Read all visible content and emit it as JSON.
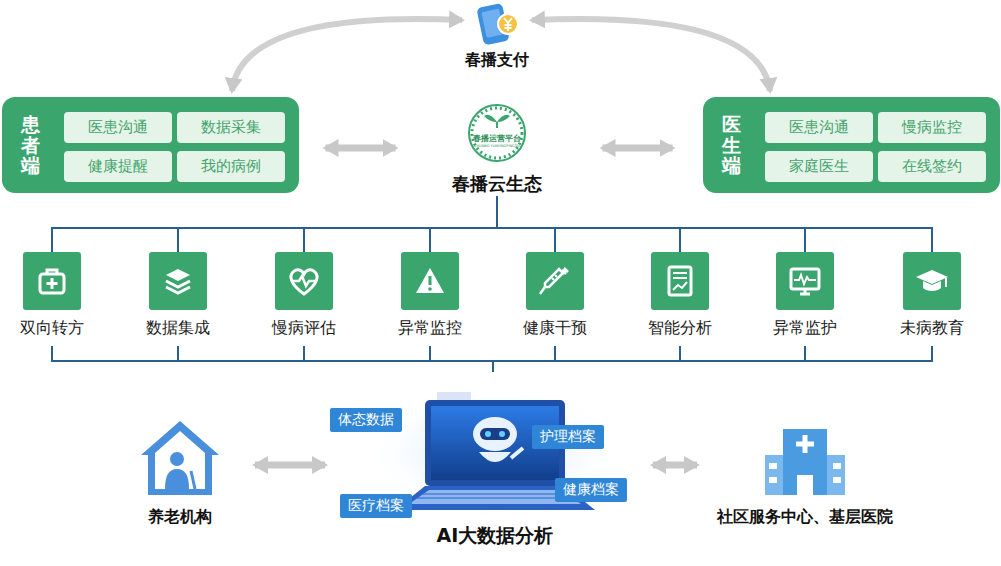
{
  "diagram": {
    "nodes": [
      {
        "text": [
          "春播支付"
        ]
      },
      {
        "text": [
          "患者端"
        ]
      },
      {
        "text": [
          "医患沟通"
        ],
        "in": 1
      },
      {
        "text": [
          "数据采集"
        ],
        "in": 1
      },
      {
        "text": [
          "健康提醒"
        ],
        "in": 1
      },
      {
        "text": [
          "我的病例"
        ],
        "in": 1
      },
      {
        "text": [
          "春播云生态"
        ]
      },
      {
        "text": [
          "医生端"
        ]
      },
      {
        "text": [
          "医患沟通"
        ],
        "in": 7
      },
      {
        "text": [
          "慢病监控"
        ],
        "in": 7
      },
      {
        "text": [
          "家庭医生"
        ],
        "in": 7
      },
      {
        "text": [
          "在线签约"
        ],
        "in": 7
      },
      {
        "text": [
          "双向转方"
        ]
      },
      {
        "text": [
          "数据集成"
        ]
      },
      {
        "text": [
          "慢病评估"
        ]
      },
      {
        "text": [
          "异常监控"
        ]
      },
      {
        "text": [
          "健康干预"
        ]
      },
      {
        "text": [
          "智能分析"
        ]
      },
      {
        "text": [
          "异常监护"
        ]
      },
      {
        "text": [
          "未病教育"
        ]
      },
      {
        "text": [
          "养老机构"
        ]
      },
      {
        "text": [
          "AI大数据分析"
        ]
      },
      {
        "text": [
          "体态数据"
        ],
        "in": 21
      },
      {
        "text": [
          "护理档案"
        ],
        "in": 21
      },
      {
        "text": [
          "健康档案"
        ],
        "in": 21
      },
      {
        "text": [
          "医疗档案"
        ],
        "in": 21
      },
      {
        "text": [
          "社区服务中心、基层医院"
        ]
      }
    ],
    "edges": [
      {
        "from": 0,
        "to": 1,
        "arrow": "both"
      },
      {
        "from": 0,
        "to": 7,
        "arrow": "both"
      },
      {
        "from": 1,
        "to": 6,
        "arrow": "both"
      },
      {
        "from": 6,
        "to": 7,
        "arrow": "both"
      },
      {
        "from": 6,
        "to": 12,
        "arrow": "none"
      },
      {
        "from": 6,
        "to": 13,
        "arrow": "none"
      },
      {
        "from": 6,
        "to": 14,
        "arrow": "none"
      },
      {
        "from": 6,
        "to": 15,
        "arrow": "none"
      },
      {
        "from": 6,
        "to": 16,
        "arrow": "none"
      },
      {
        "from": 6,
        "to": 17,
        "arrow": "none"
      },
      {
        "from": 6,
        "to": 18,
        "arrow": "none"
      },
      {
        "from": 6,
        "to": 19,
        "arrow": "none"
      },
      {
        "from": 12,
        "to": 21,
        "arrow": "none"
      },
      {
        "from": 13,
        "to": 21,
        "arrow": "none"
      },
      {
        "from": 14,
        "to": 21,
        "arrow": "none"
      },
      {
        "from": 15,
        "to": 21,
        "arrow": "none"
      },
      {
        "from": 16,
        "to": 21,
        "arrow": "none"
      },
      {
        "from": 17,
        "to": 21,
        "arrow": "none"
      },
      {
        "from": 18,
        "to": 21,
        "arrow": "none"
      },
      {
        "from": 19,
        "to": 21,
        "arrow": "none"
      },
      {
        "from": 20,
        "to": 21,
        "arrow": "both"
      },
      {
        "from": 21,
        "to": 26,
        "arrow": "both"
      }
    ],
    "labels": [
      "春播运营平台",
      "CHUNBO YUNYINGPINGTAI"
    ]
  }
}
